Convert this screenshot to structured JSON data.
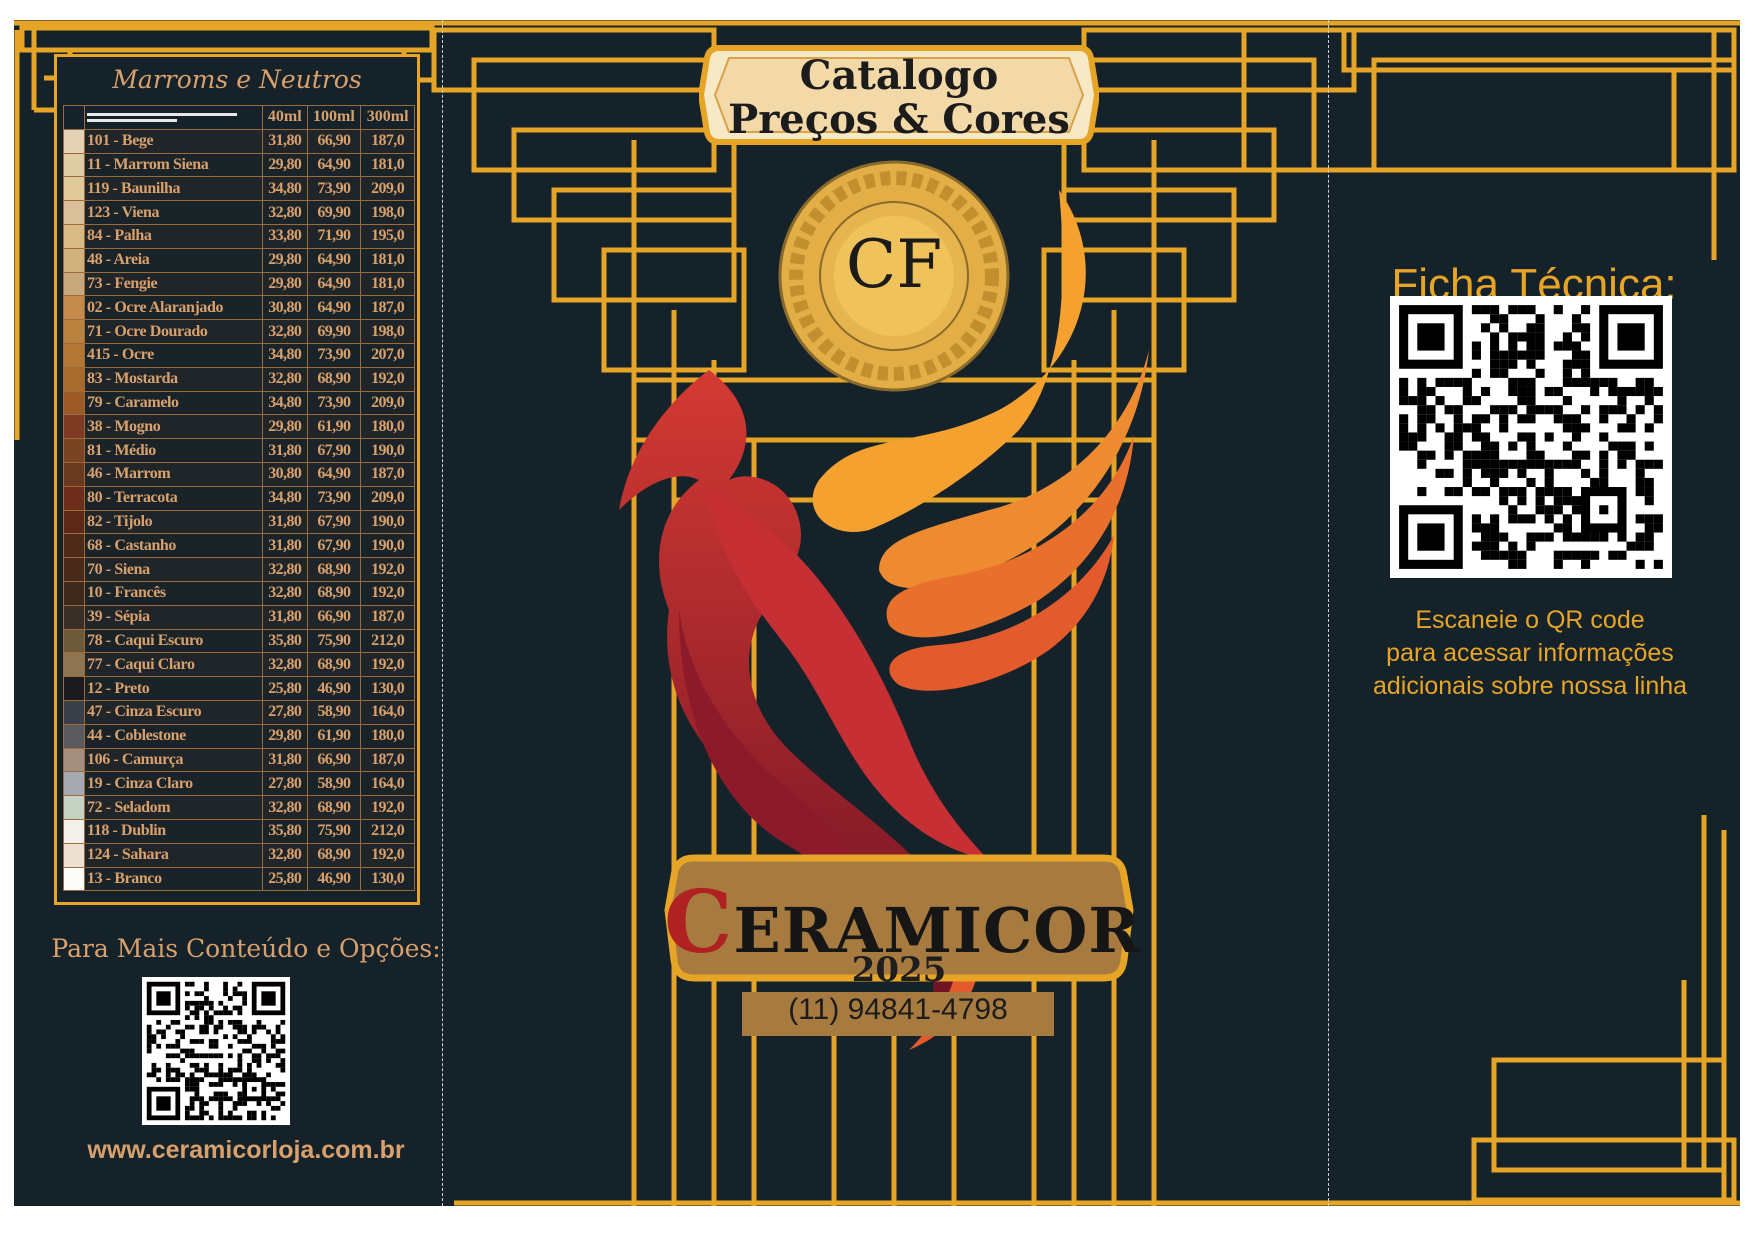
{
  "price_table": {
    "title": "Marroms e Neutros",
    "columns": [
      "40ml",
      "100ml",
      "300ml"
    ],
    "rows": [
      {
        "name": "101 - Bege",
        "p40": "31,80",
        "p100": "66,90",
        "p300": "187,0",
        "swatch": "#e4d2b6"
      },
      {
        "name": "11 - Marrom Siena",
        "p40": "29,80",
        "p100": "64,90",
        "p300": "181,0",
        "swatch": "#dccda5"
      },
      {
        "name": "119 - Baunilha",
        "p40": "34,80",
        "p100": "73,90",
        "p300": "209,0",
        "swatch": "#e0c99a"
      },
      {
        "name": "123 - Viena",
        "p40": "32,80",
        "p100": "69,90",
        "p300": "198,0",
        "swatch": "#d9c09a"
      },
      {
        "name": "84 - Palha",
        "p40": "33,80",
        "p100": "71,90",
        "p300": "195,0",
        "swatch": "#d8ba86"
      },
      {
        "name": "48 - Areia",
        "p40": "29,80",
        "p100": "64,90",
        "p300": "181,0",
        "swatch": "#d1b27c"
      },
      {
        "name": "73 - Fengie",
        "p40": "29,80",
        "p100": "64,90",
        "p300": "181,0",
        "swatch": "#c9a97b"
      },
      {
        "name": "02 - Ocre Alaranjado",
        "p40": "30,80",
        "p100": "64,90",
        "p300": "187,0",
        "swatch": "#c48a4a"
      },
      {
        "name": "71 - Ocre Dourado",
        "p40": "32,80",
        "p100": "69,90",
        "p300": "198,0",
        "swatch": "#b9823e"
      },
      {
        "name": "415 - Ocre",
        "p40": "34,80",
        "p100": "73,90",
        "p300": "207,0",
        "swatch": "#b47633"
      },
      {
        "name": "83 - Mostarda",
        "p40": "32,80",
        "p100": "68,90",
        "p300": "192,0",
        "swatch": "#a86b2c"
      },
      {
        "name": "79 - Caramelo",
        "p40": "34,80",
        "p100": "73,90",
        "p300": "209,0",
        "swatch": "#9c5a26"
      },
      {
        "name": "38 - Mogno",
        "p40": "29,80",
        "p100": "61,90",
        "p300": "180,0",
        "swatch": "#7c3a22"
      },
      {
        "name": "81 - Médio",
        "p40": "31,80",
        "p100": "67,90",
        "p300": "190,0",
        "swatch": "#7a4424"
      },
      {
        "name": "46 - Marrom",
        "p40": "30,80",
        "p100": "64,90",
        "p300": "187,0",
        "swatch": "#6a3a20"
      },
      {
        "name": "80 - Terracota",
        "p40": "34,80",
        "p100": "73,90",
        "p300": "209,0",
        "swatch": "#6e2e1c"
      },
      {
        "name": "82 - Tijolo",
        "p40": "31,80",
        "p100": "67,90",
        "p300": "190,0",
        "swatch": "#5e2818"
      },
      {
        "name": "68 - Castanho",
        "p40": "31,80",
        "p100": "67,90",
        "p300": "190,0",
        "swatch": "#4f2a18"
      },
      {
        "name": "70 - Siena",
        "p40": "32,80",
        "p100": "68,90",
        "p300": "192,0",
        "swatch": "#4a2a1a"
      },
      {
        "name": "10 - Francês",
        "p40": "32,80",
        "p100": "68,90",
        "p300": "192,0",
        "swatch": "#3e2a1c"
      },
      {
        "name": "39 - Sépia",
        "p40": "31,80",
        "p100": "66,90",
        "p300": "187,0",
        "swatch": "#3a2e28"
      },
      {
        "name": "78 - Caqui Escuro",
        "p40": "35,80",
        "p100": "75,90",
        "p300": "212,0",
        "swatch": "#6d5a3a"
      },
      {
        "name": "77 - Caqui Claro",
        "p40": "32,80",
        "p100": "68,90",
        "p300": "192,0",
        "swatch": "#8c7550"
      },
      {
        "name": "12 - Preto",
        "p40": "25,80",
        "p100": "46,90",
        "p300": "130,0",
        "swatch": "#1b1b1f"
      },
      {
        "name": "47 - Cinza Escuro",
        "p40": "27,80",
        "p100": "58,90",
        "p300": "164,0",
        "swatch": "#3a3e46"
      },
      {
        "name": "44 - Coblestone",
        "p40": "29,80",
        "p100": "61,90",
        "p300": "180,0",
        "swatch": "#5a5a5e"
      },
      {
        "name": "106 - Camurça",
        "p40": "31,80",
        "p100": "66,90",
        "p300": "187,0",
        "swatch": "#a28f80"
      },
      {
        "name": "19 - Cinza Claro",
        "p40": "27,80",
        "p100": "58,90",
        "p300": "164,0",
        "swatch": "#a7aab0"
      },
      {
        "name": "72 - Seladom",
        "p40": "32,80",
        "p100": "68,90",
        "p300": "192,0",
        "swatch": "#c6d3c4"
      },
      {
        "name": "118 - Dublin",
        "p40": "35,80",
        "p100": "75,90",
        "p300": "212,0",
        "swatch": "#f2f0ea"
      },
      {
        "name": "124 - Sahara",
        "p40": "32,80",
        "p100": "68,90",
        "p300": "192,0",
        "swatch": "#ece0d2"
      },
      {
        "name": "13 - Branco",
        "p40": "25,80",
        "p100": "46,90",
        "p300": "130,0",
        "swatch": "#fbfbf8"
      }
    ]
  },
  "left_panel": {
    "more_label": "Para Mais Conteúdo e Opções:",
    "website": "www.ceramicorloja.com.br"
  },
  "cover": {
    "title_line1": "Catalogo",
    "title_line2": "Preços & Cores",
    "monogram": "CF",
    "brand_initial": "C",
    "brand_rest": "ERAMICOR",
    "year": "2025",
    "phone": "(11) 94841-4798"
  },
  "right_panel": {
    "title": "Ficha Técnica:",
    "scan_line1": "Escaneie o QR code",
    "scan_line2": "para acessar informações",
    "scan_line3": "adicionais sobre nossa linha"
  },
  "colors": {
    "background": "#15222a",
    "gold": "#e6a526",
    "text_tan": "#d8a06c",
    "plate_brown": "#a77a3f",
    "brand_red": "#b02222"
  }
}
